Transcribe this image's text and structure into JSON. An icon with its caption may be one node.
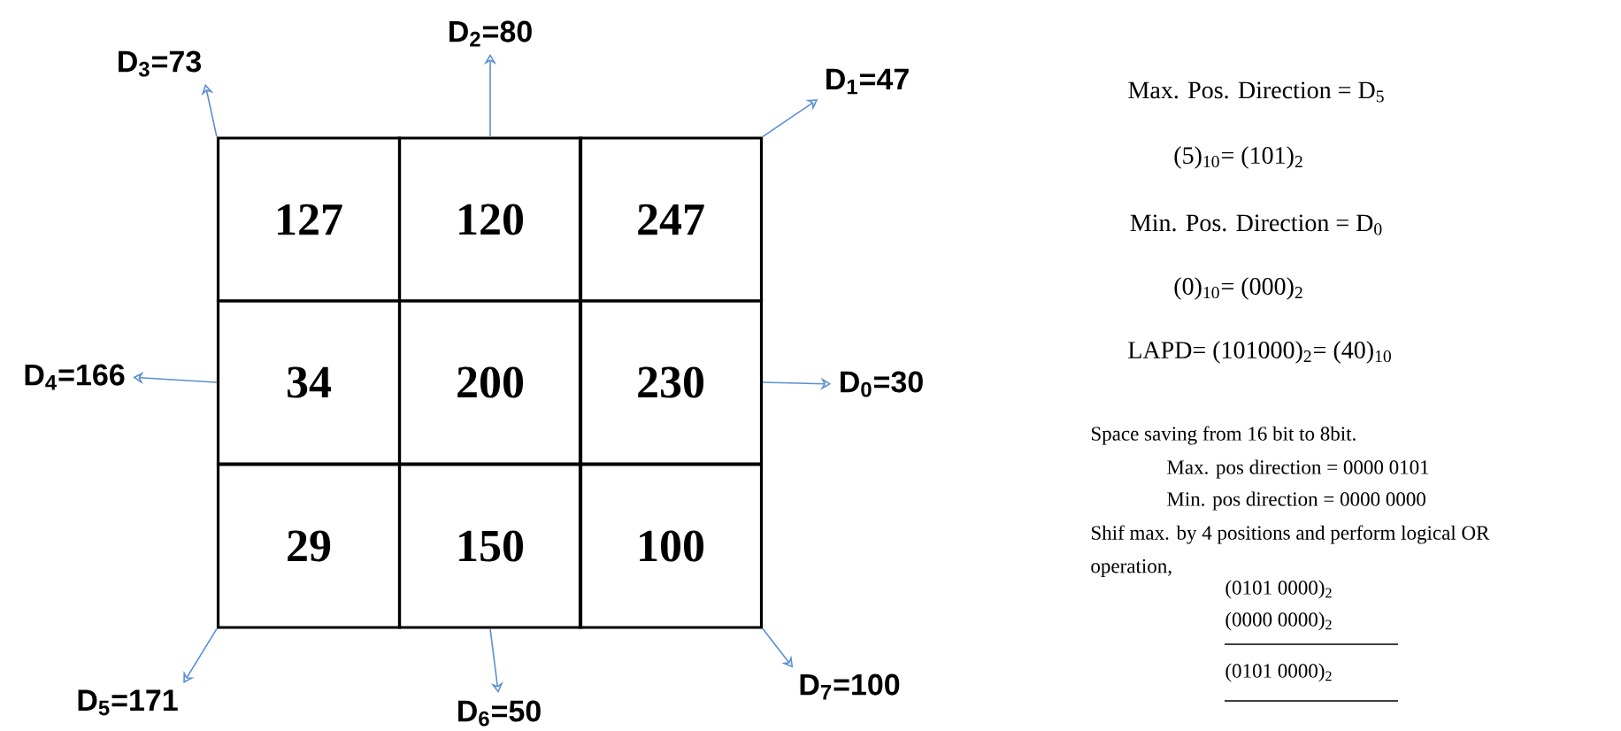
{
  "diagram": {
    "nodes": [
      {
        "text": [
          "127"
        ]
      },
      {
        "text": [
          "120"
        ]
      },
      {
        "text": [
          "247"
        ]
      },
      {
        "text": [
          "34"
        ]
      },
      {
        "text": [
          "200"
        ]
      },
      {
        "text": [
          "230"
        ]
      },
      {
        "text": [
          "29"
        ]
      },
      {
        "text": [
          "150"
        ]
      },
      {
        "text": [
          "100"
        ]
      },
      {
        "text": [
          "D$_{3}$=73"
        ]
      },
      {
        "text": [
          "D$_{2}$=80"
        ]
      },
      {
        "text": [
          "D$_{1}$=47"
        ]
      },
      {
        "text": [
          "D$_{4}$=166"
        ]
      },
      {
        "text": [
          "D$_{0}$=30"
        ]
      },
      {
        "text": [
          "D$_{5}$=171"
        ]
      },
      {
        "text": [
          "D$_{6}$=50"
        ]
      },
      {
        "text": [
          "D$_{7}$=100"
        ]
      }
    ],
    "edges": [
      {
        "from": 0,
        "to": 9,
        "arrow": "to"
      },
      {
        "from": 1,
        "to": 10,
        "arrow": "to"
      },
      {
        "from": 2,
        "to": 11,
        "arrow": "to"
      },
      {
        "from": 3,
        "to": 12,
        "arrow": "to"
      },
      {
        "from": 5,
        "to": 13,
        "arrow": "to"
      },
      {
        "from": 6,
        "to": 14,
        "arrow": "to"
      },
      {
        "from": 7,
        "to": 15,
        "arrow": "to"
      },
      {
        "from": 8,
        "to": 16,
        "arrow": "to"
      }
    ],
    "labels": [
      "Max. Pos. Direction = D$_{5}$",
      "(5)$_{10}$= (101)$_{2}$",
      "Min. Pos. Direction = D$_{0}$",
      "(0)$_{10}$= (000)$_{2}$",
      "LAPD= (101000)$_{2}$= (40)$_{10}$",
      "Space saving from 16 bit to 8bit.",
      "Max. pos direction = 0000 0101",
      "Min. pos direction = 0000 0000",
      "Shif max. by 4 positions and perform logical OR",
      "operation,",
      "(0101 0000)$_{2}$",
      "(0000 0000)$_{2}$",
      "(0101 0000)$_{2}$"
    ]
  }
}
